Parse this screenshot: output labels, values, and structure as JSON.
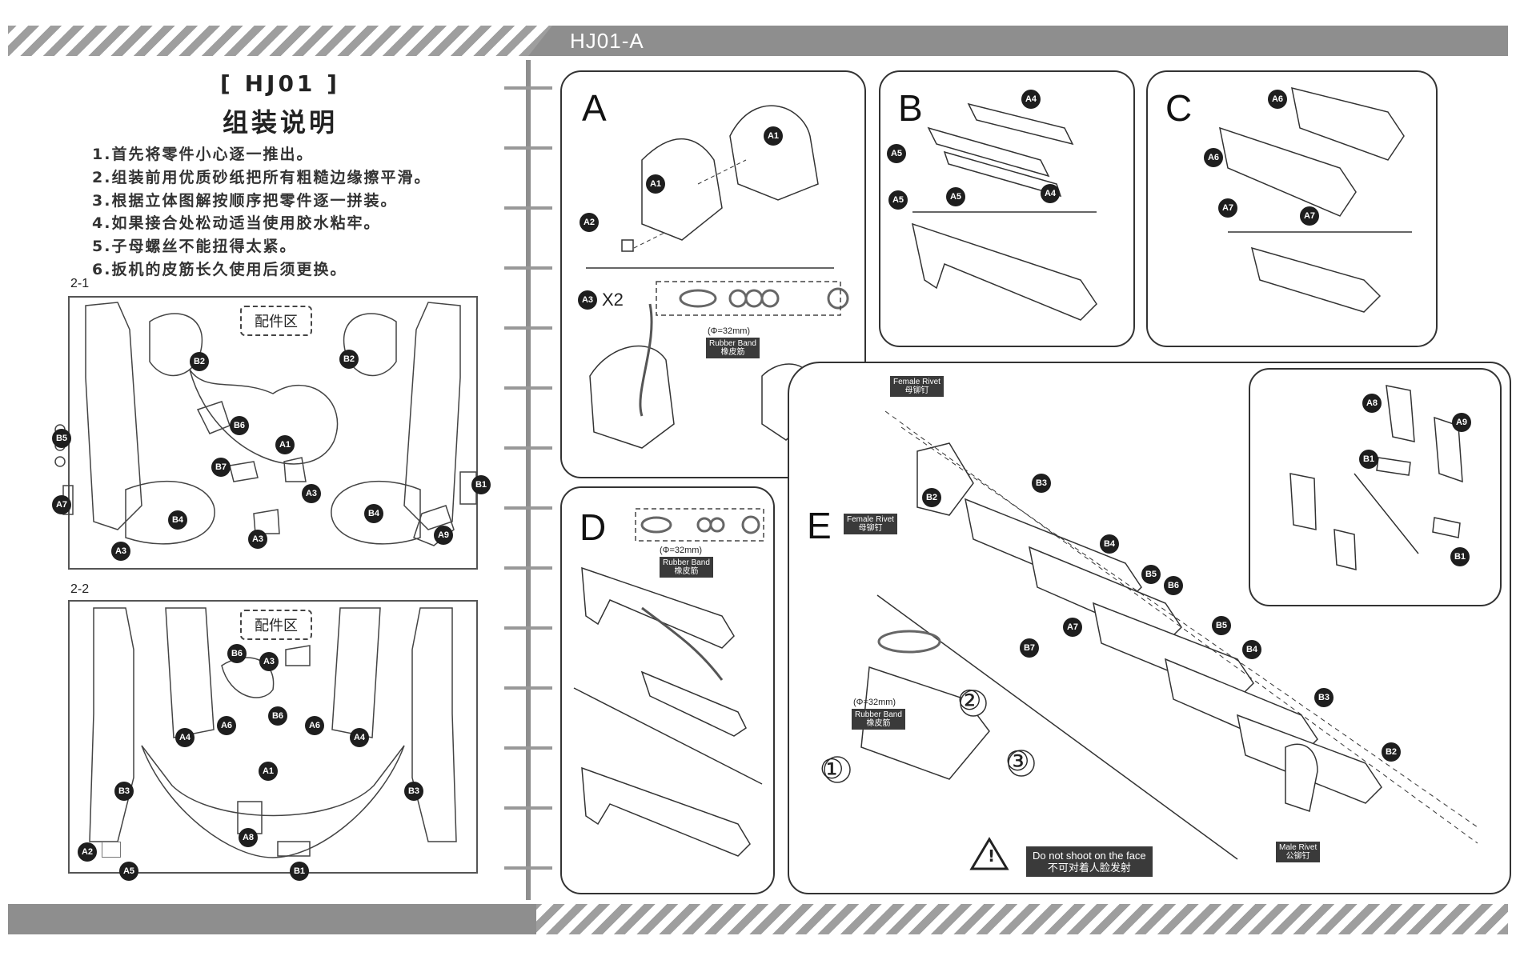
{
  "header": {
    "code": "HJ01-A"
  },
  "intro": {
    "model": "[ HJ01 ]",
    "title": "组装说明",
    "steps": [
      "1.首先将零件小心逐一推出。",
      "2.组装前用优质砂纸把所有粗糙边缘擦平滑。",
      "3.根据立体图解按顺序把零件逐一拼装。",
      "4.如果接合处松动适当使用胶水粘牢。",
      "5.子母螺丝不能扭得太紧。",
      "6.扳机的皮筋长久使用后须更换。"
    ]
  },
  "sheets": {
    "sheet1": {
      "label": "2-1",
      "accessory": "配件区",
      "parts": [
        "B2",
        "B2",
        "B6",
        "A1",
        "B7",
        "A3",
        "B4",
        "B4",
        "A3",
        "A3",
        "B5",
        "A7",
        "A9",
        "B1"
      ]
    },
    "sheet2": {
      "label": "2-2",
      "accessory": "配件区",
      "parts": [
        "B6",
        "A3",
        "B6",
        "A6",
        "A6",
        "A4",
        "A4",
        "A1",
        "B3",
        "B3",
        "A8",
        "A2",
        "A5",
        "B1"
      ]
    }
  },
  "panels": {
    "A": {
      "letter": "A",
      "parts": [
        "A1",
        "A1",
        "A2"
      ],
      "multiplier_part": "A3",
      "multiplier": "X2",
      "band_diameter": "(Φ=32mm)",
      "band_en": "Rubber Band",
      "band_cn": "橡皮筋"
    },
    "B": {
      "letter": "B",
      "parts": [
        "A4",
        "A5",
        "A5",
        "A5",
        "A4"
      ]
    },
    "C": {
      "letter": "C",
      "parts": [
        "A6",
        "A6",
        "A7",
        "A7"
      ]
    },
    "D": {
      "letter": "D",
      "band_diameter": "(Φ=32mm)",
      "band_en": "Rubber Band",
      "band_cn": "橡皮筋"
    },
    "E": {
      "letter": "E",
      "female_rivet_en": "Female Rivet",
      "female_rivet_cn": "母铆钉",
      "male_rivet_en": "Male Rivet",
      "male_rivet_cn": "公铆钉",
      "parts": [
        "B2",
        "B3",
        "B4",
        "B5",
        "B6",
        "B7",
        "A7",
        "B5",
        "B4",
        "B3",
        "B2"
      ],
      "band_diameter": "(Φ=32mm)",
      "band_en": "Rubber Band",
      "band_cn": "橡皮筋",
      "steps": [
        "①",
        "②",
        "③"
      ],
      "warning_en": "Do not shoot on the face",
      "warning_cn": "不可对着人脸发射"
    },
    "F": {
      "parts": [
        "A8",
        "A9",
        "B1",
        "B1"
      ]
    }
  }
}
